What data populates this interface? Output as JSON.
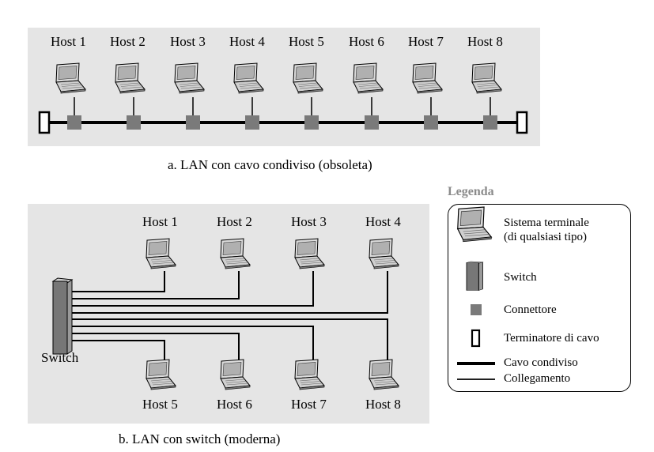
{
  "top": {
    "hosts": [
      "Host 1",
      "Host 2",
      "Host 3",
      "Host 4",
      "Host 5",
      "Host 6",
      "Host 7",
      "Host 8"
    ],
    "caption": "a. LAN con cavo condiviso (obsoleta)"
  },
  "bottom": {
    "hosts_top": [
      "Host 1",
      "Host 2",
      "Host 3",
      "Host 4"
    ],
    "hosts_bottom": [
      "Host 5",
      "Host 6",
      "Host 7",
      "Host 8"
    ],
    "switch_label": "Switch",
    "caption": "b. LAN con switch (moderna)"
  },
  "legend": {
    "title": "Legenda",
    "items": {
      "terminal_line1": "Sistema terminale",
      "terminal_line2": "(di qualsiasi tipo)",
      "switch": "Switch",
      "connector": "Connettore",
      "terminator": "Terminatore di cavo",
      "shared_cable": "Cavo condiviso",
      "link": "Collegamento"
    },
    "colors": {
      "title": "#8a8a8a",
      "panel": "#e5e5e5",
      "connector": "#7a7a7a"
    }
  }
}
